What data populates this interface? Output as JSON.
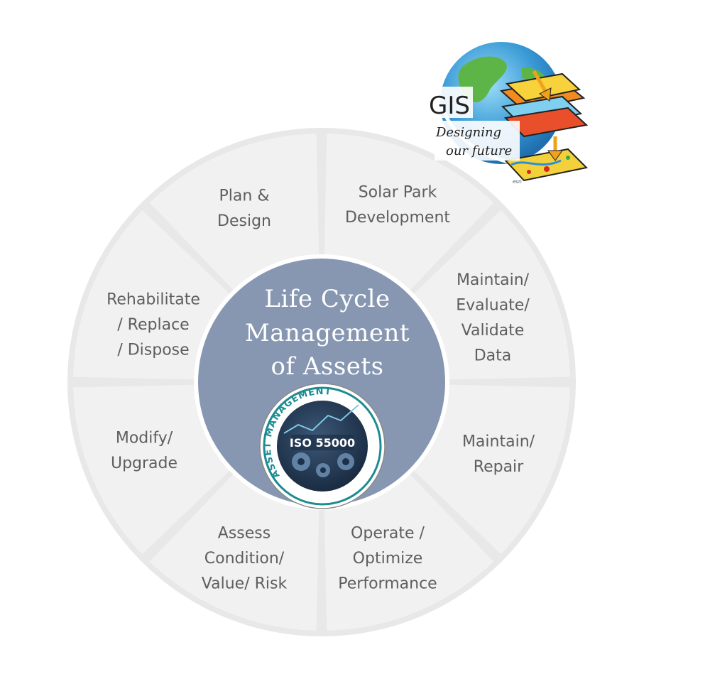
{
  "center": {
    "title_lines": [
      "Life Cycle",
      "Management",
      "of Assets"
    ],
    "fill_color": "#8797b2"
  },
  "segments": [
    {
      "id": "solar-park-development",
      "lines": [
        "Solar Park",
        "Development"
      ]
    },
    {
      "id": "maintain-evaluate-validate-data",
      "lines": [
        "Maintain/",
        "Evaluate/",
        "Validate",
        "Data"
      ]
    },
    {
      "id": "maintain-repair",
      "lines": [
        "Maintain/",
        "Repair"
      ]
    },
    {
      "id": "operate-optimize-performance",
      "lines": [
        "Operate /",
        "Optimize",
        "Performance"
      ]
    },
    {
      "id": "assess-condition-value-risk",
      "lines": [
        "Assess",
        "Condition/",
        "Value/ Risk"
      ]
    },
    {
      "id": "modify-upgrade",
      "lines": [
        "Modify/",
        "Upgrade"
      ]
    },
    {
      "id": "rehabilitate-replace-dispose",
      "lines": [
        "Rehabilitate",
        "/ Replace",
        "/ Dispose"
      ]
    },
    {
      "id": "plan-design",
      "lines": [
        "Plan &",
        "Design"
      ]
    }
  ],
  "segment_fill": "#f1f1f1",
  "divider_color": "#ffffff",
  "label_color": "#5e5e5e",
  "badge": {
    "arc_text": "ASSET MANAGEMENT",
    "center_text": "ISO 55000",
    "ring_color": "#1d8c92"
  },
  "gis_logo": {
    "big_text": "GIS",
    "tagline_lines": [
      "Designing",
      "our future"
    ],
    "small_mark": "esri"
  }
}
